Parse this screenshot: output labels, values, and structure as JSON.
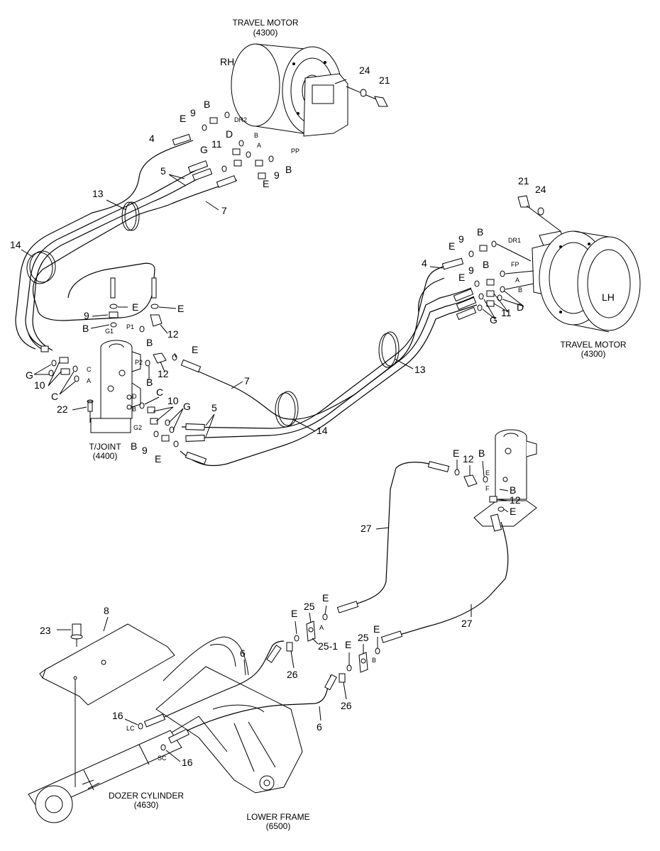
{
  "components": {
    "travel_motor_rh": {
      "title": "TRAVEL MOTOR",
      "code": "(4300)",
      "side": "RH"
    },
    "travel_motor_lh": {
      "title": "TRAVEL MOTOR",
      "code": "(4300)",
      "side": "LH"
    },
    "turning_joint_1": {
      "title": "T/JOINT",
      "code": "(4400)"
    },
    "dozer_cylinder": {
      "title": "DOZER CYLINDER",
      "code": "(4630)"
    },
    "lower_frame": {
      "title": "LOWER FRAME",
      "code": "(6500)"
    }
  },
  "port_labels": {
    "dr2": "DR2",
    "dr1": "DR1",
    "pp": "PP",
    "fp": "FP",
    "a": "A",
    "b": "B",
    "c": "C",
    "d": "D",
    "g1": "G1",
    "g2": "G2",
    "p1": "P1",
    "p2": "P2",
    "f": "F",
    "e": "E",
    "lc": "LC",
    "sc": "SC"
  },
  "part_callouts": {
    "p4": "4",
    "p5": "5",
    "p6": "6",
    "p7": "7",
    "p8": "8",
    "p9": "9",
    "p10": "10",
    "p11": "11",
    "p12": "12",
    "p13": "13",
    "p14": "14",
    "p16": "16",
    "p21": "21",
    "p22": "22",
    "p23": "23",
    "p24": "24",
    "p25": "25",
    "p25_1": "25-1",
    "p26": "26",
    "p27": "27",
    "b": "B",
    "c": "C",
    "d": "D",
    "e": "E",
    "g": "G"
  }
}
